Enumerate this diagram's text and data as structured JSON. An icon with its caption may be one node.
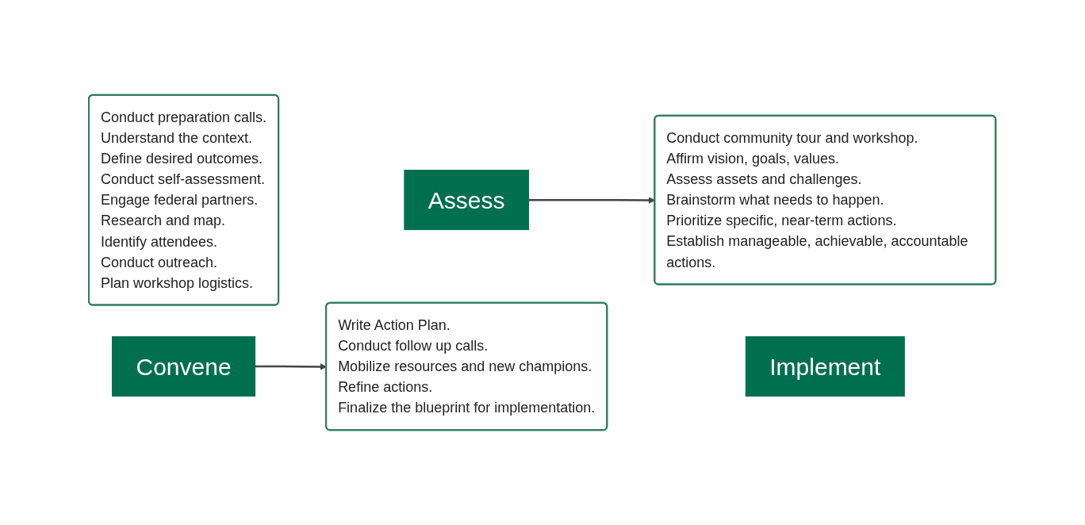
{
  "diagram": {
    "nodes": [
      {
        "text": [
          "Conduct preparation calls.",
          "Understand the context.",
          "Define desired outcomes.",
          "Conduct self-assessment.",
          "Engage federal partners.",
          "Research and map.",
          "Identify attendees.",
          "Conduct outreach.",
          "Plan workshop logistics."
        ]
      },
      {
        "text": [
          "Assess"
        ]
      },
      {
        "text": [
          "Convene"
        ]
      },
      {
        "text": [
          "Conduct community tour and workshop.",
          "Affirm vision, goals, values.",
          "Assess assets and challenges.",
          "Brainstorm what needs to happen.",
          "Prioritize specific, near-term actions.",
          "Establish manageable, achievable, accountable actions."
        ]
      },
      {
        "text": [
          "Write Action Plan.",
          "Conduct follow up calls.",
          "Mobilize resources and new champions.",
          "Refine actions.",
          "Finalize the blueprint for implementation."
        ]
      },
      {
        "text": [
          "Implement"
        ]
      }
    ],
    "edges": [
      {
        "from": 1,
        "to": 3,
        "arrow": "to"
      },
      {
        "from": 2,
        "to": 4,
        "arrow": "to"
      }
    ]
  }
}
